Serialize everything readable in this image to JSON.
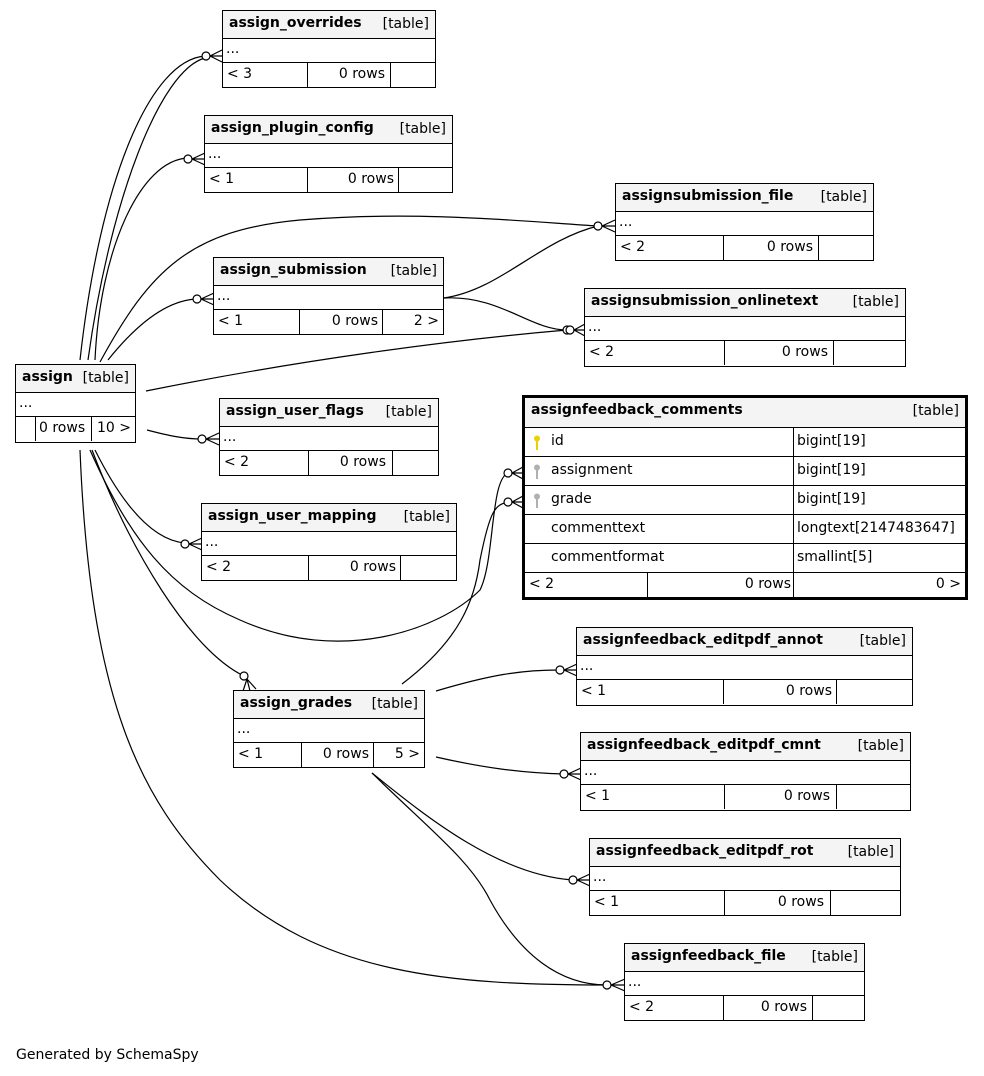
{
  "tables": {
    "assign_overrides": {
      "name": "assign_overrides",
      "type": "[table]",
      "body": "...",
      "parents": "< 3",
      "rows": "0 rows",
      "children": ""
    },
    "assign_plugin_config": {
      "name": "assign_plugin_config",
      "type": "[table]",
      "body": "...",
      "parents": "< 1",
      "rows": "0 rows",
      "children": ""
    },
    "assignsubmission_file": {
      "name": "assignsubmission_file",
      "type": "[table]",
      "body": "...",
      "parents": "< 2",
      "rows": "0 rows",
      "children": ""
    },
    "assign_submission": {
      "name": "assign_submission",
      "type": "[table]",
      "body": "...",
      "parents": "< 1",
      "rows": "0 rows",
      "children": "2 >"
    },
    "assignsubmission_onlinetext": {
      "name": "assignsubmission_onlinetext",
      "type": "[table]",
      "body": "...",
      "parents": "< 2",
      "rows": "0 rows",
      "children": ""
    },
    "assign": {
      "name": "assign",
      "type": "[table]",
      "body": "...",
      "parents": "",
      "rows": "0 rows",
      "children": "10 >"
    },
    "assign_user_flags": {
      "name": "assign_user_flags",
      "type": "[table]",
      "body": "...",
      "parents": "< 2",
      "rows": "0 rows",
      "children": ""
    },
    "assign_user_mapping": {
      "name": "assign_user_mapping",
      "type": "[table]",
      "body": "...",
      "parents": "< 2",
      "rows": "0 rows",
      "children": ""
    },
    "assign_grades": {
      "name": "assign_grades",
      "type": "[table]",
      "body": "...",
      "parents": "< 1",
      "rows": "0 rows",
      "children": "5 >"
    },
    "assignfeedback_editpdf_annot": {
      "name": "assignfeedback_editpdf_annot",
      "type": "[table]",
      "body": "...",
      "parents": "< 1",
      "rows": "0 rows",
      "children": ""
    },
    "assignfeedback_editpdf_cmnt": {
      "name": "assignfeedback_editpdf_cmnt",
      "type": "[table]",
      "body": "...",
      "parents": "< 1",
      "rows": "0 rows",
      "children": ""
    },
    "assignfeedback_editpdf_rot": {
      "name": "assignfeedback_editpdf_rot",
      "type": "[table]",
      "body": "...",
      "parents": "< 1",
      "rows": "0 rows",
      "children": ""
    },
    "assignfeedback_file": {
      "name": "assignfeedback_file",
      "type": "[table]",
      "body": "...",
      "parents": "< 2",
      "rows": "0 rows",
      "children": ""
    }
  },
  "focus": {
    "name": "assignfeedback_comments",
    "type": "[table]",
    "columns": [
      {
        "name": "id",
        "type": "bigint[19]",
        "key": "primary"
      },
      {
        "name": "assignment",
        "type": "bigint[19]",
        "key": "foreign"
      },
      {
        "name": "grade",
        "type": "bigint[19]",
        "key": "foreign"
      },
      {
        "name": "commenttext",
        "type": "longtext[2147483647]",
        "key": ""
      },
      {
        "name": "commentformat",
        "type": "smallint[5]",
        "key": ""
      }
    ],
    "parents": "< 2",
    "rows": "0 rows",
    "children": "0 >"
  },
  "colors": {
    "primary_key": "#e8d200",
    "foreign_key": "#b0b0b0",
    "header_bg": "#f4f4f4"
  },
  "footer": {
    "generated_by": "Generated by SchemaSpy"
  }
}
